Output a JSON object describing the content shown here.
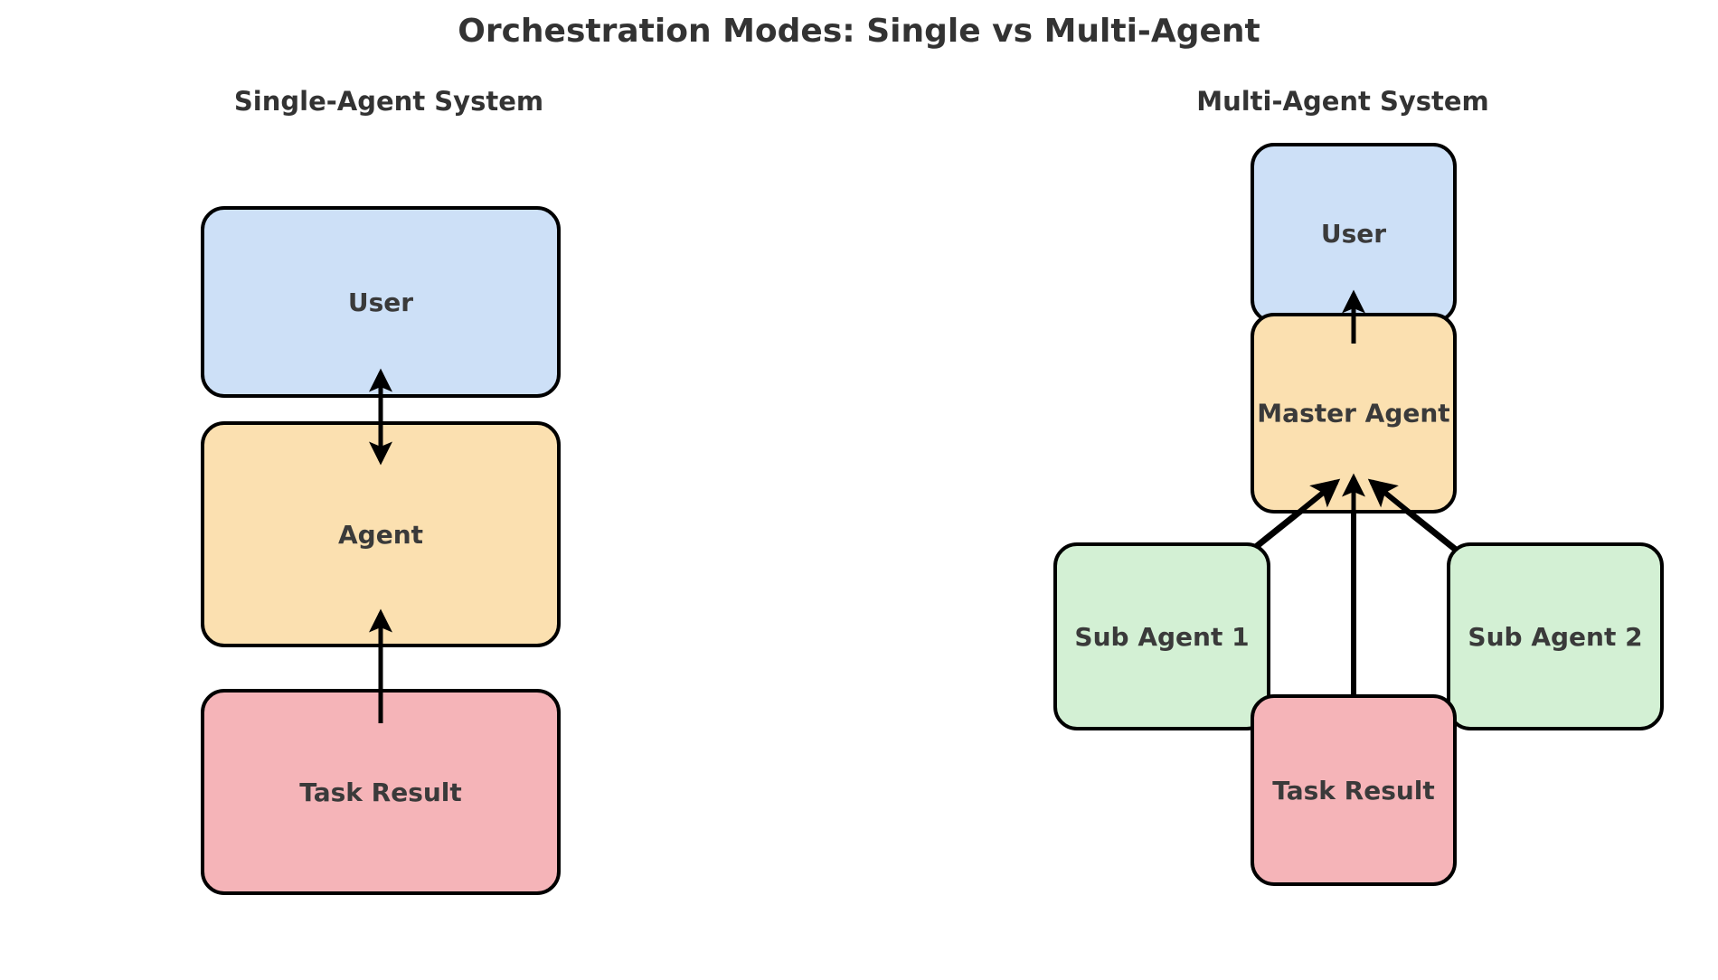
{
  "figure": {
    "title": "Orchestration Modes: Single vs Multi-Agent",
    "background_color": "#ffffff",
    "text_color": "#333333",
    "node_text_color": "#3a3a3a",
    "edge_color": "#000000"
  },
  "panels": [
    {
      "id": "single-agent",
      "title": "Single-Agent System",
      "nodes": [
        {
          "id": "sa-user",
          "label": "User",
          "fill": "#cde0f7"
        },
        {
          "id": "sa-agent",
          "label": "Agent",
          "fill": "#fbe0b0"
        },
        {
          "id": "sa-task",
          "label": "Task Result",
          "fill": "#f5b4b8"
        }
      ],
      "edges": [
        {
          "from": "Agent",
          "to": "User",
          "style": "bidirectional"
        },
        {
          "from": "Task Result",
          "to": "Agent",
          "style": "arrow"
        }
      ]
    },
    {
      "id": "multi-agent",
      "title": "Multi-Agent System",
      "nodes": [
        {
          "id": "ma-user",
          "label": "User",
          "fill": "#cde0f7"
        },
        {
          "id": "ma-master",
          "label": "Master Agent",
          "fill": "#fbe0b0"
        },
        {
          "id": "ma-sub1",
          "label": "Sub Agent 1",
          "fill": "#d3f0d4"
        },
        {
          "id": "ma-sub2",
          "label": "Sub Agent 2",
          "fill": "#d3f0d4"
        },
        {
          "id": "ma-task",
          "label": "Task Result",
          "fill": "#f5b4b8"
        }
      ],
      "edges": [
        {
          "from": "Master Agent",
          "to": "User",
          "style": "arrow"
        },
        {
          "from": "Sub Agent 1",
          "to": "Master Agent",
          "style": "arrow"
        },
        {
          "from": "Sub Agent 2",
          "to": "Master Agent",
          "style": "arrow"
        },
        {
          "from": "Task Result",
          "to": "Master Agent",
          "style": "arrow"
        }
      ]
    }
  ]
}
